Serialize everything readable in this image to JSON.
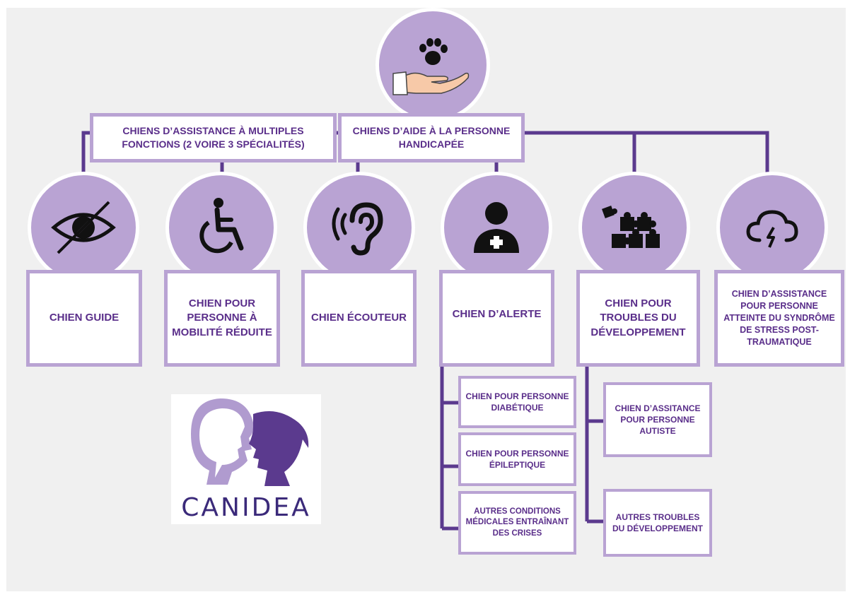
{
  "colors": {
    "background": "#f0f0f0",
    "line": "#5b3a8e",
    "circle": "#b9a3d3",
    "box_border": "#b9a3d3",
    "text": "#5a2e8a"
  },
  "root": {
    "icon": "hand-with-paw-icon"
  },
  "headers": {
    "multi": "CHIENS D’ASSISTANCE À MULTIPLES FONCTIONS (2 VOIRE 3 SPÉCIALITÉS)",
    "main": "CHIENS D’AIDE À LA PERSONNE HANDICAPÉE"
  },
  "categories": [
    {
      "icon": "crossed-eye-icon",
      "label": "CHIEN GUIDE"
    },
    {
      "icon": "wheelchair-icon",
      "label": "CHIEN POUR PERSONNE  À MOBILITÉ RÉDUITE"
    },
    {
      "icon": "hearing-ear-icon",
      "label": "CHIEN ÉCOUTEUR"
    },
    {
      "icon": "medical-person-icon",
      "label": "CHIEN D’ALERTE"
    },
    {
      "icon": "puzzle-pieces-icon",
      "label": "CHIEN POUR TROUBLES DU DÉVELOPPEMENT"
    },
    {
      "icon": "storm-cloud-icon",
      "label": "CHIEN D’ASSISTANCE POUR PERSONNE ATTEINTE DU SYNDRÔME DE STRESS POST-TRAUMATIQUE"
    }
  ],
  "alert_subtypes": [
    "CHIEN POUR PERSONNE DIABÉTIQUE",
    "CHIEN POUR PERSONNE ÉPILEPTIQUE",
    "AUTRES CONDITIONS MÉDICALES ENTRAÎNANT DES CRISES"
  ],
  "dev_subtypes": [
    "CHIEN D’ASSITANCE POUR PERSONNE AUTISTE",
    "AUTRES TROUBLES DU DÉVELOPPEMENT"
  ],
  "logo": {
    "text": "CANIDEA"
  }
}
